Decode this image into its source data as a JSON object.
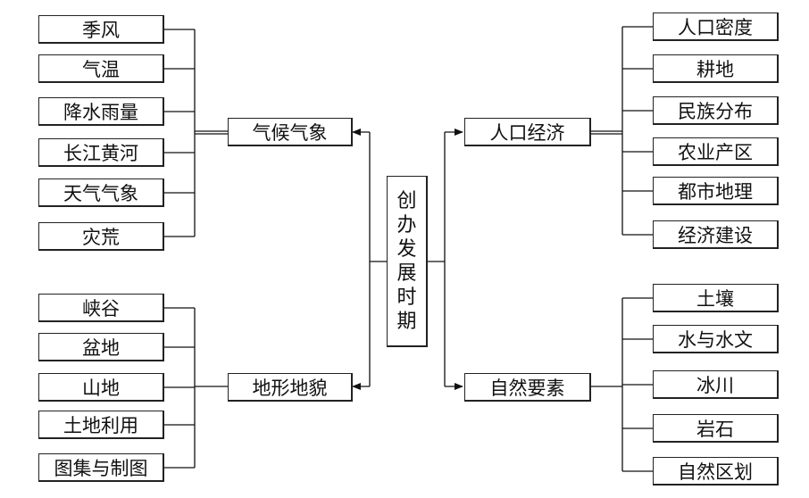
{
  "center": [
    "创",
    "办",
    "发",
    "展",
    "时",
    "期"
  ],
  "branches": {
    "qihou": {
      "label": "气候气象",
      "items": [
        "季风",
        "气温",
        "降水雨量",
        "长江黄河",
        "天气气象",
        "灾荒"
      ]
    },
    "dixing": {
      "label": "地形地貌",
      "items": [
        "峡谷",
        "盆地",
        "山地",
        "土地利用",
        "图集与制图"
      ]
    },
    "renkou": {
      "label": "人口经济",
      "items": [
        "人口密度",
        "耕地",
        "民族分布",
        "农业产区",
        "都市地理",
        "经济建设"
      ]
    },
    "ziran": {
      "label": "自然要素",
      "items": [
        "土壤",
        "水与水文",
        "冰川",
        "岩石",
        "自然区划"
      ]
    }
  }
}
